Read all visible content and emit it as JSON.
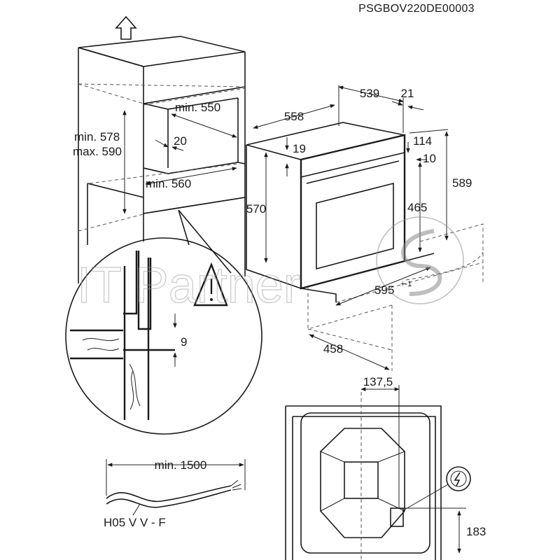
{
  "doc_code": "PSGBOV220DE00003",
  "watermark": "IT Partner",
  "labels": {
    "min_550": "min. 550",
    "min_578": "min. 578",
    "max_590": "max. 590",
    "d20": "20",
    "min_560": "min. 560",
    "d558": "558",
    "d539": "539",
    "d21": "21",
    "d19": "19",
    "d114": "114",
    "d10": "10",
    "d570": "570",
    "d589": "589",
    "d465": "465",
    "d595": "595",
    "d595_tol": "+-1",
    "d458": "458",
    "d9": "9",
    "d137_5": "137,5",
    "d183": "183",
    "min_1500": "min. 1500",
    "cable": "H05 V V - F"
  },
  "icons": {
    "up_arrow": "arrow-up-icon",
    "warning": "warning-triangle-icon",
    "electrical": "electrical-connection-icon",
    "watermark_logo": "it-partner-logo"
  }
}
